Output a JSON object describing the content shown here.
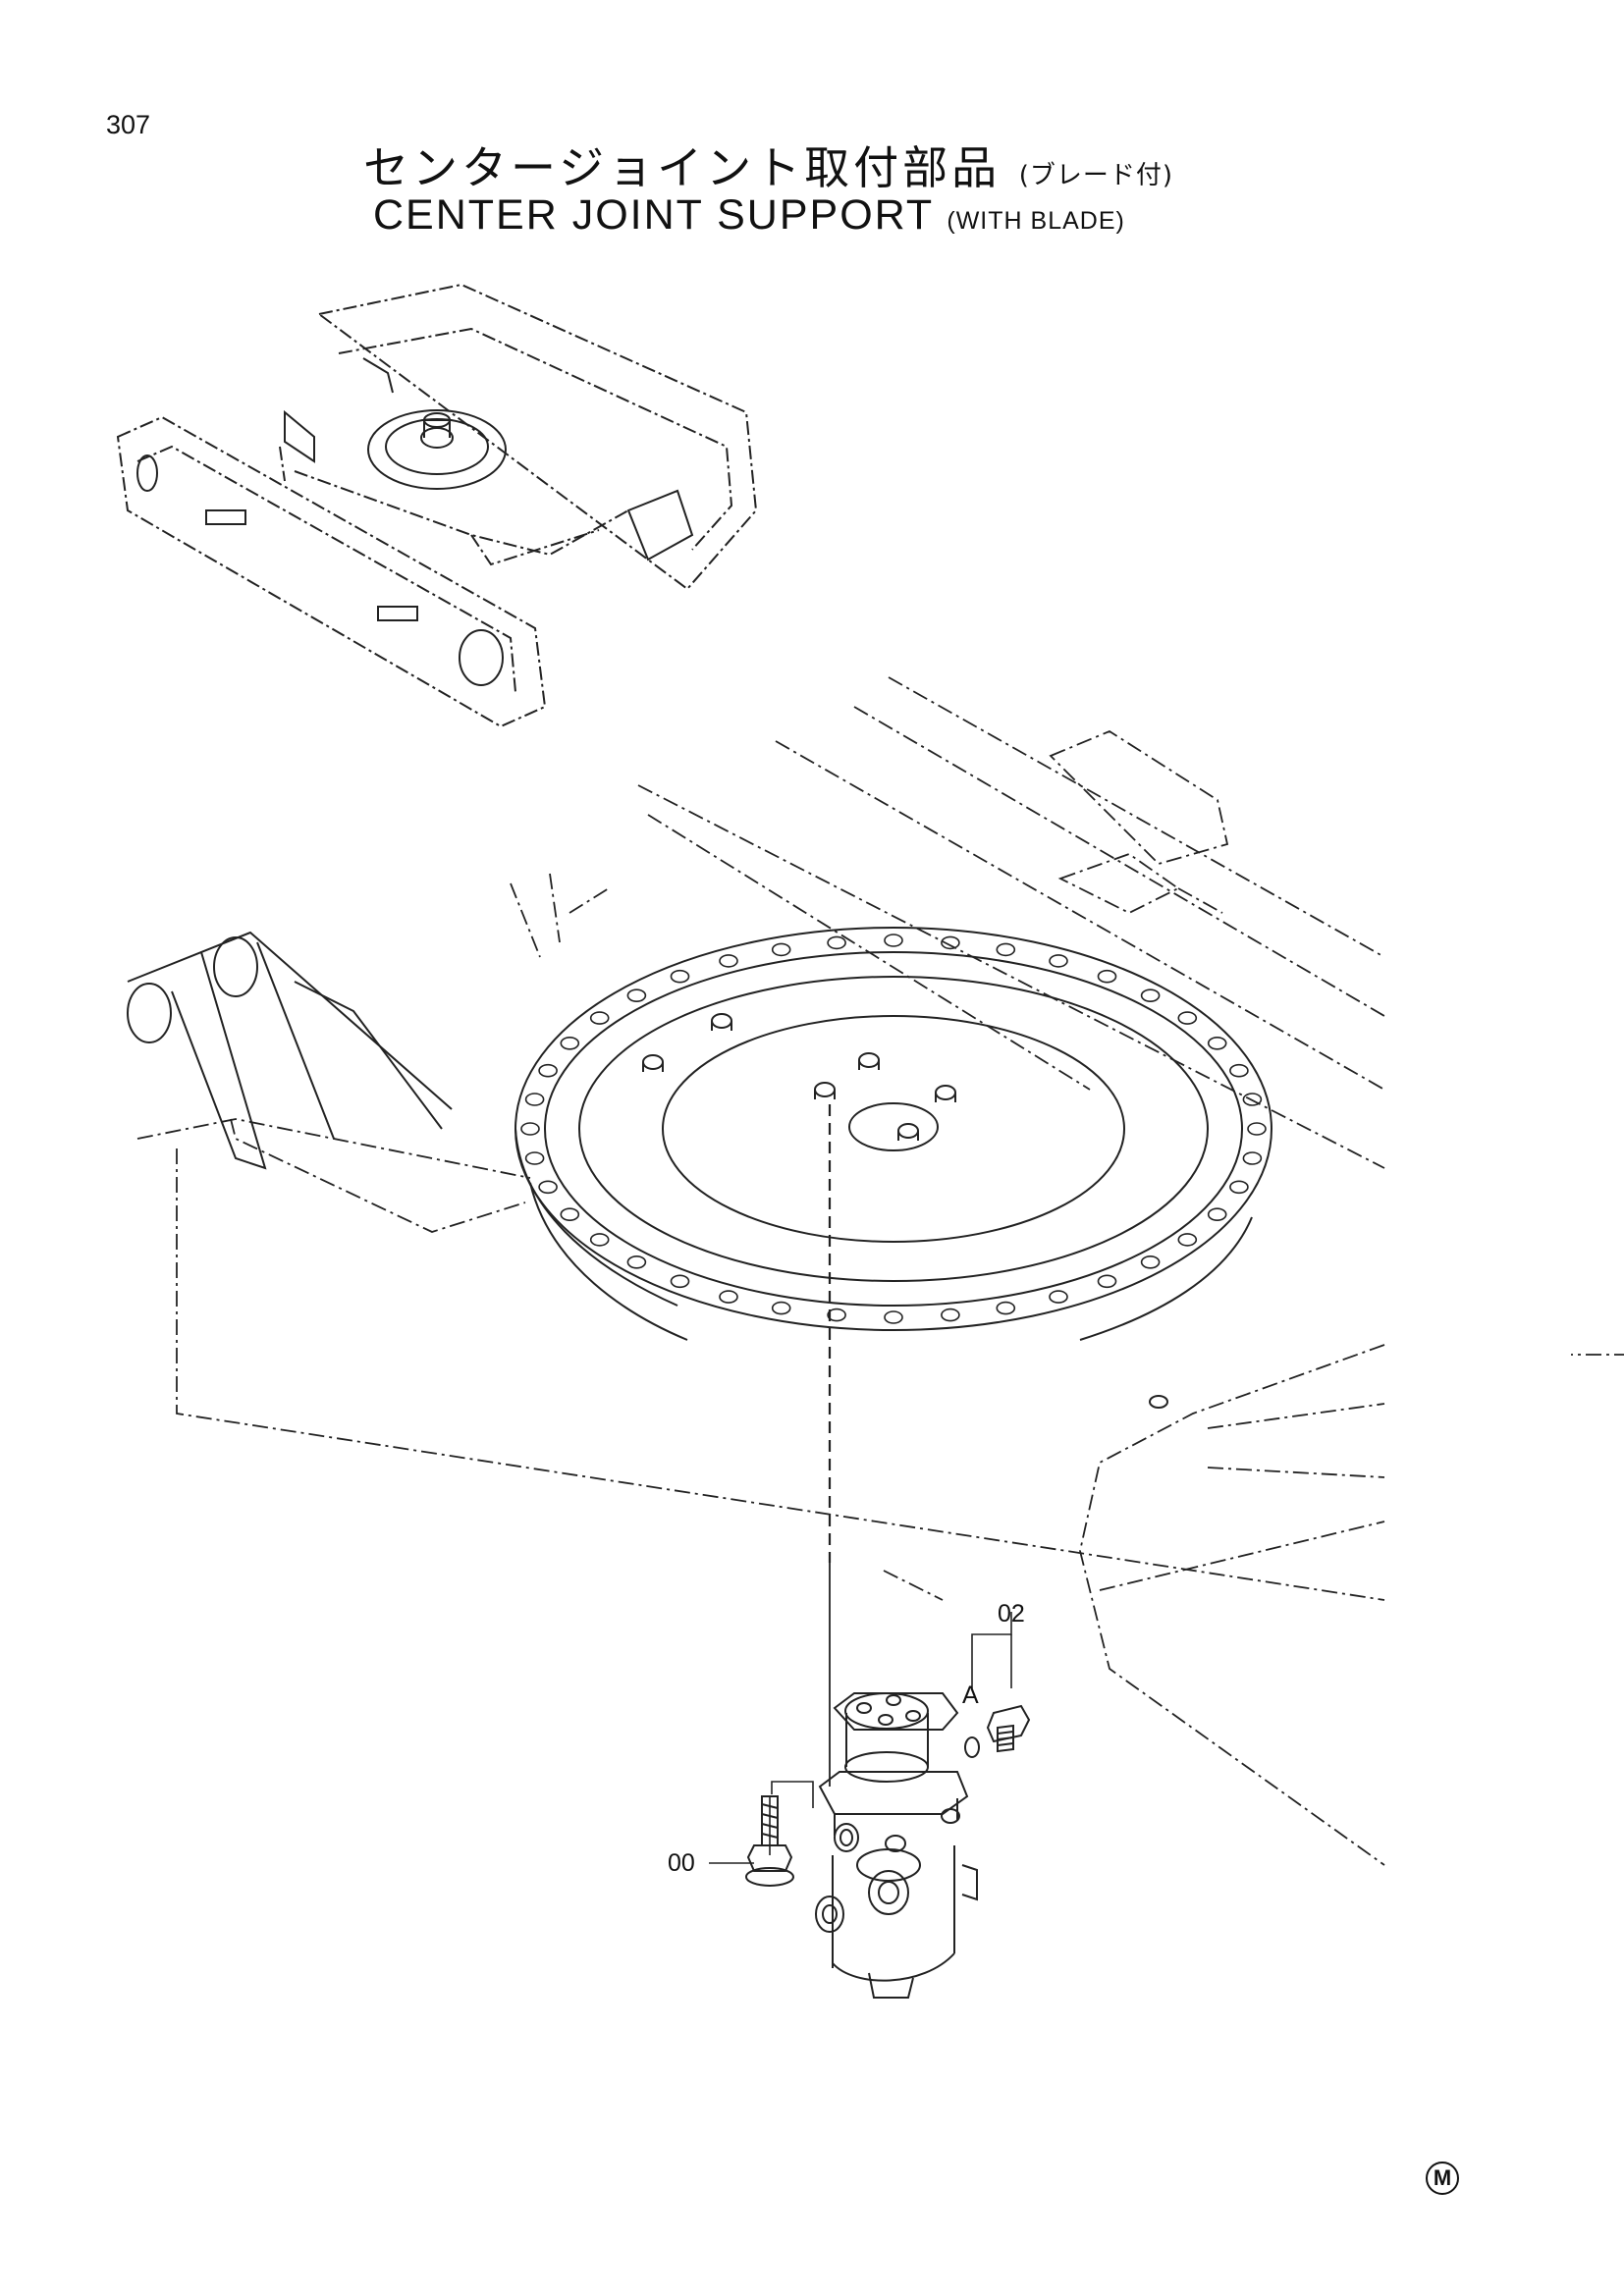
{
  "page": {
    "number": "307"
  },
  "title": {
    "ja": "センタージョイント取付部品",
    "ja_sub": "(ブレード付)",
    "en": "CENTER JOINT SUPPORT",
    "en_sub": "(WITH BLADE)"
  },
  "callouts": [
    {
      "id": "02"
    },
    {
      "id": "A"
    },
    {
      "id": "00"
    }
  ],
  "footer": {
    "mark": "M"
  }
}
